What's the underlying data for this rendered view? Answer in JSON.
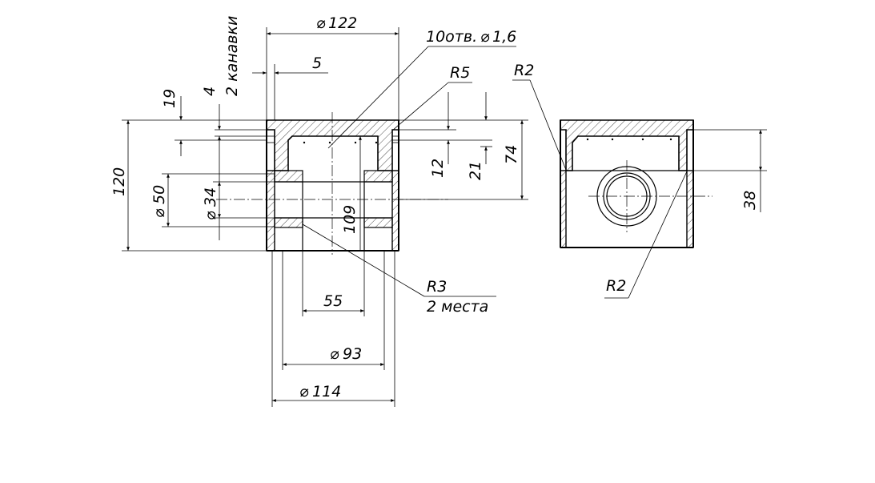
{
  "dimensions": {
    "d122": "122",
    "holes": "10отв.",
    "holes_dia": "1,6",
    "r5": "R5",
    "r2_top": "R2",
    "r2_bottom": "R2",
    "grooves": "2 канавки",
    "dim_4": "4",
    "dim_5": "5",
    "dim_19": "19",
    "dim_12": "12",
    "dim_21": "21",
    "dim_74": "74",
    "dim_120": "120",
    "d50": "50",
    "d34": "34",
    "dim_109": "109",
    "dim_38": "38",
    "r3": "R3",
    "r3_note": "2 места",
    "dim_55": "55",
    "d93": "93",
    "d114": "114"
  }
}
